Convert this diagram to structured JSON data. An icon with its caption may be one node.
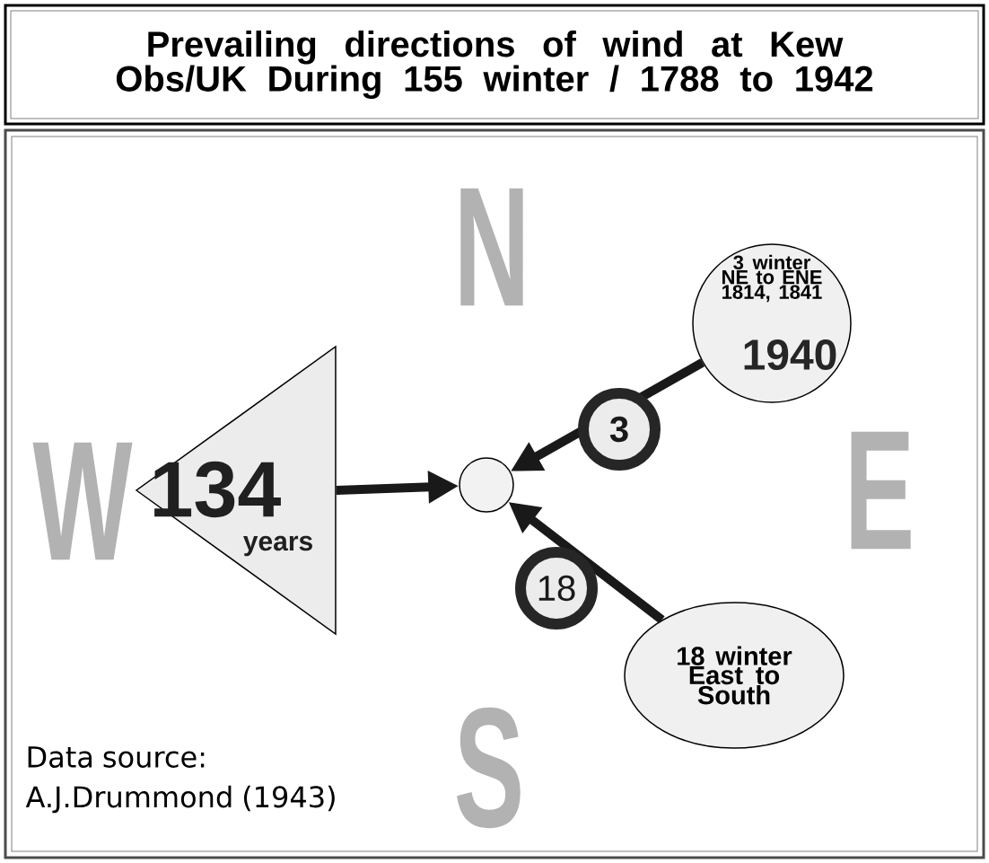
{
  "diagram": {
    "title": "Prevailing directions of wind at Kew Obs/UK During 155 winter / 1788 to 1942",
    "nodes": [
      {
        "text": [
          "134",
          "years"
        ]
      },
      {
        "text": [],
        "shape": "circle"
      },
      {
        "text": [
          "3 winter NE to ENE 1814, 1841",
          "1940"
        ]
      },
      {
        "text": [
          "18 winter East to South"
        ]
      }
    ],
    "edges": [
      {
        "from": 0,
        "to": 1,
        "arrow": "to"
      },
      {
        "from": 2,
        "to": 1,
        "arrow": "to",
        "label": "3"
      },
      {
        "from": 3,
        "to": 1,
        "arrow": "to",
        "label": "18"
      }
    ],
    "labels": [
      "N",
      "W",
      "E",
      "S",
      "Data source:",
      "A.J.Drummond (1943)"
    ]
  }
}
